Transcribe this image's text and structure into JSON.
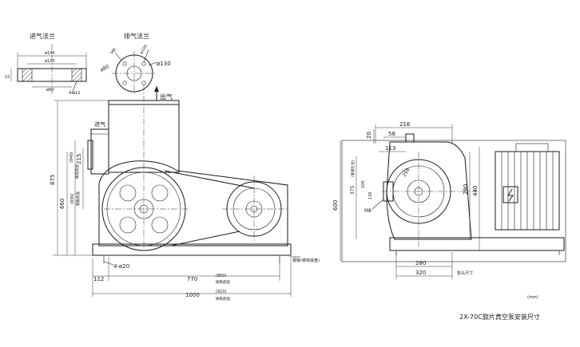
{
  "flanges": {
    "inlet_title": "进气法兰",
    "outlet_title": "排气法兰",
    "d145": "ø145",
    "d125": "ø125",
    "d80": "ø80",
    "h15": "15",
    "holes": "4-ø12",
    "m8": "M8",
    "d100": "ø100",
    "d130": "ø130",
    "d80b": "ø80"
  },
  "front": {
    "outlet": "出气",
    "inlet": "进气",
    "d875": "875",
    "d660": "660",
    "d840": "(840)",
    "d830": "(830)",
    "d215": "215",
    "note_a": "铸铁底盘",
    "note_b": "钢板底盘",
    "holes": "4-ø20",
    "d112": "112",
    "d770": "770",
    "d850": "(850)",
    "note_c": "铸铁底盘",
    "d1000": "1000",
    "d910": "(910)",
    "note_d": "铸铁底盘",
    "leader": "钢板(铸铁底盘)"
  },
  "side": {
    "d216": "216",
    "d58": "58",
    "d20": "20",
    "d113": "113",
    "d600": "600",
    "d375": "375",
    "note_pos": "(筋钢孔位)",
    "d100": "100",
    "d130": "130",
    "m8": "M8",
    "d258": "258",
    "d280v": "280",
    "d440": "440",
    "d280": "280",
    "d320": "320",
    "pump_dim": "泵头尺寸"
  },
  "caption": {
    "unit": "(mm)",
    "title": "2X-70C旋片真空泵安装尺寸"
  }
}
